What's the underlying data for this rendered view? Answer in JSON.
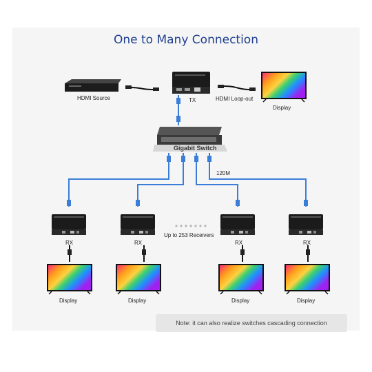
{
  "title": "One to Many Connection",
  "labels": {
    "hdmi_source": "HDMI Source",
    "tx": "TX",
    "hdmi_loopout": "HDMI Loop-out",
    "display_top": "Display",
    "switch": "Gigabit Switch",
    "bandwidth": "120M",
    "up_to": "Up to 253 Receivers",
    "rx": "RX",
    "display": "Display"
  },
  "receivers": [
    {
      "rx": "RX",
      "display": "Display"
    },
    {
      "rx": "RX",
      "display": "Display"
    },
    {
      "rx": "RX",
      "display": "Display"
    },
    {
      "rx": "RX",
      "display": "Display"
    }
  ],
  "note": "Note: it can also realize switches cascading connection",
  "colors": {
    "title": "#1f3f8f",
    "cable_blue": "#3a7ed8",
    "device_black": "#1b1b1b",
    "switch_gray": "#4b4b4b"
  }
}
